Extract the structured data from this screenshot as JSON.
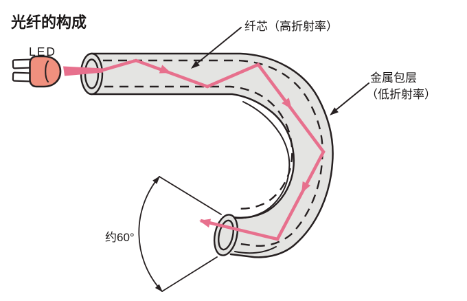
{
  "title": "光纤的构成",
  "led": {
    "label": "LED"
  },
  "annotations": {
    "core_label": "纤芯（高折射率）",
    "cladding_label_line1": "金属包层",
    "cladding_label_line2": "（低折射率）",
    "exit_angle_label": "约60°"
  },
  "colors": {
    "outline": "#262021",
    "fiber_fill": "#E4E4E2",
    "light_ray": "#E7708D",
    "led_body": "#F0907E",
    "background": "#FFFFFF",
    "text": "#1A1717"
  }
}
